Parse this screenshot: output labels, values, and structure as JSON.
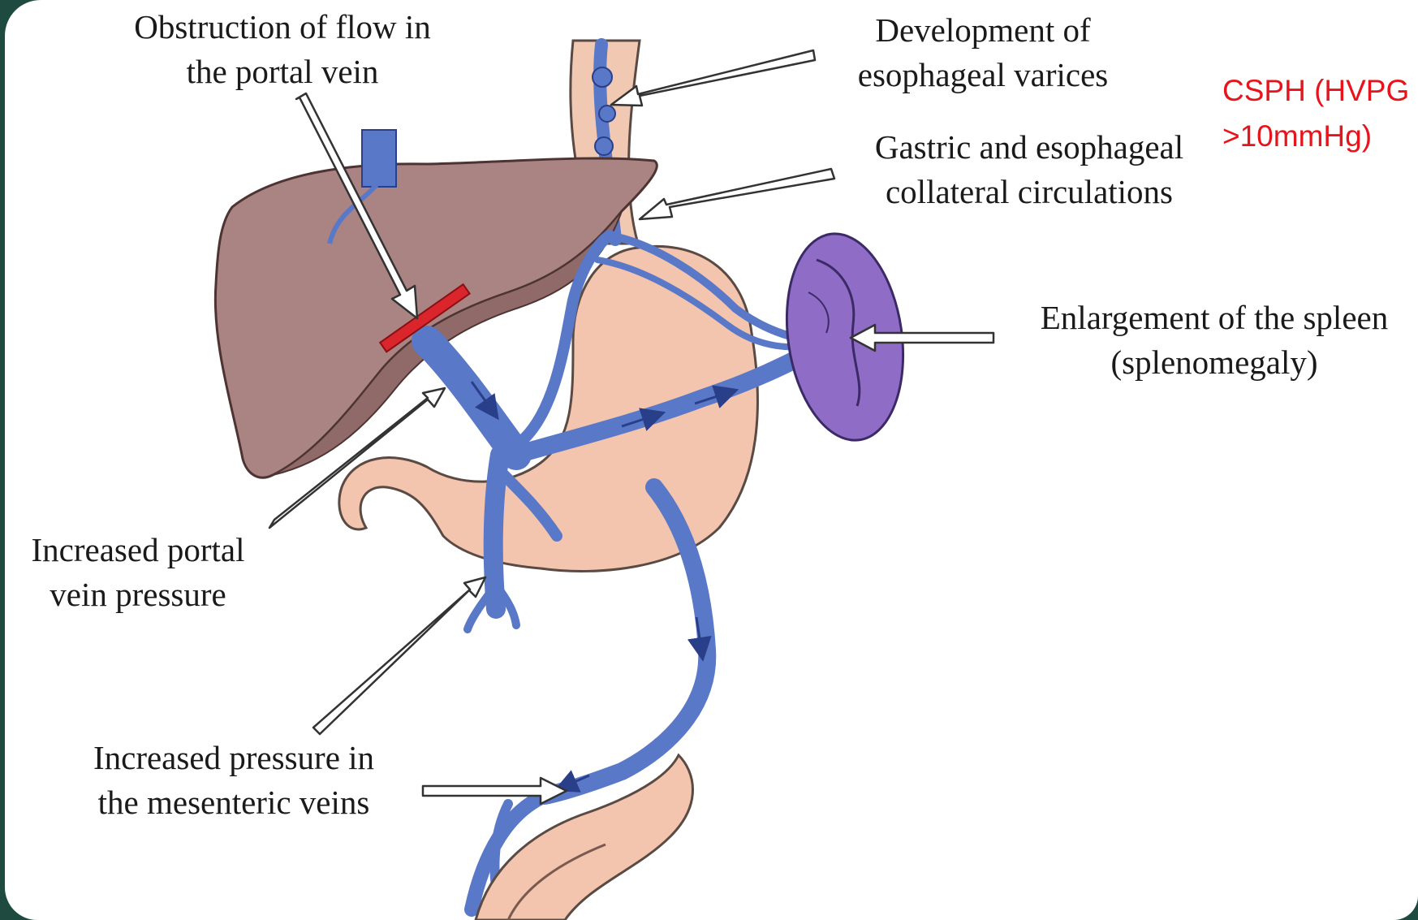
{
  "labels": {
    "obstruction_line1": "Obstruction of flow in",
    "obstruction_line2": "the portal vein",
    "varices_line1": "Development of",
    "varices_line2": "esophageal varices",
    "collateral_line1": "Gastric and esophageal",
    "collateral_line2": "collateral circulations",
    "spleen_line1": "Enlargement of the spleen",
    "spleen_line2": "(splenomegaly)",
    "portal_pressure_line1": "Increased portal",
    "portal_pressure_line2": "vein pressure",
    "mesenteric_line1": "Increased pressure in",
    "mesenteric_line2": "the mesenteric veins"
  },
  "note": {
    "line1": "CSPH (HVPG",
    "line2": ">10mmHg)",
    "color": "#e8141b"
  },
  "colors": {
    "background": "#1e4a3f",
    "liver": "#a98483",
    "stomach": "#f3c4ae",
    "vein": "#5a78c8",
    "spleen": "#8f6dc7",
    "obstruction": "#d9252b"
  }
}
